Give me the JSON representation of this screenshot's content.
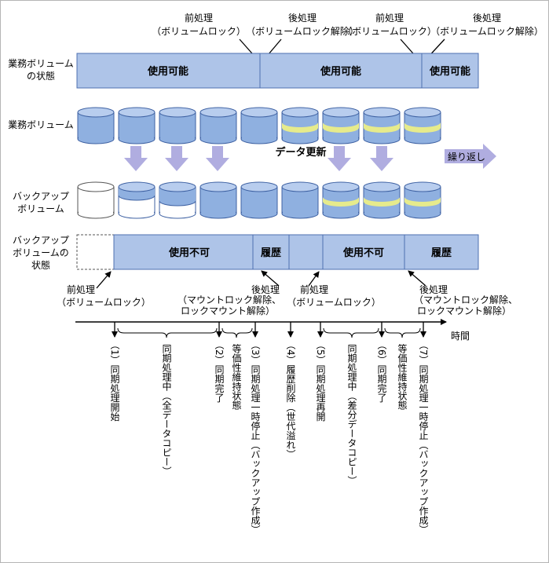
{
  "top_annotations": [
    {
      "title": "前処理",
      "sub": "（ボリュームロック）"
    },
    {
      "title": "後処理",
      "sub": "（ボリュームロック解除）"
    },
    {
      "title": "前処理",
      "sub": "（ボリュームロック）"
    },
    {
      "title": "後処理",
      "sub": "（ボリュームロック解除）"
    }
  ],
  "business_state": {
    "label_lines": [
      "業務ボリューム",
      "の状態"
    ],
    "segments": [
      "使用可能",
      "使用可能",
      "使用可能"
    ]
  },
  "business_volume_label": "業務ボリューム",
  "data_update_label": "データ更新",
  "repeat_label": "繰り返し",
  "backup_volume_label_lines": [
    "バックアップ",
    "ボリューム"
  ],
  "backup_state": {
    "label_lines": [
      "バックアップ",
      "ボリュームの",
      "状態"
    ],
    "segments": [
      "使用不可",
      "履歴",
      "使用不可",
      "履歴"
    ]
  },
  "bottom_annotations": [
    {
      "title": "前処理",
      "sub": "（ボリュームロック）"
    },
    {
      "title": "後処理",
      "sub_lines": [
        "（マウントロック解除、",
        "ロックマウント解除）"
      ]
    },
    {
      "title": "前処理",
      "sub": "（ボリュームロック）"
    },
    {
      "title": "後処理",
      "sub_lines": [
        "（マウントロック解除、",
        "ロックマウント解除）"
      ]
    }
  ],
  "time_label": "時間",
  "timeline_steps": [
    "（1）同期処理開始",
    "同期処理中（全データコピー）",
    "（2）同期完了",
    "等価性維持状態",
    "（3）同期処理一時停止（バックアップ作成）",
    "（4）履歴削除（世代溢れ）",
    "（5）同期処理再開",
    "同期処理中（差分データコピー）",
    "（6）同期完了",
    "等価性維持状態",
    "（7）同期処理一時停止（バックアップ作成）"
  ]
}
